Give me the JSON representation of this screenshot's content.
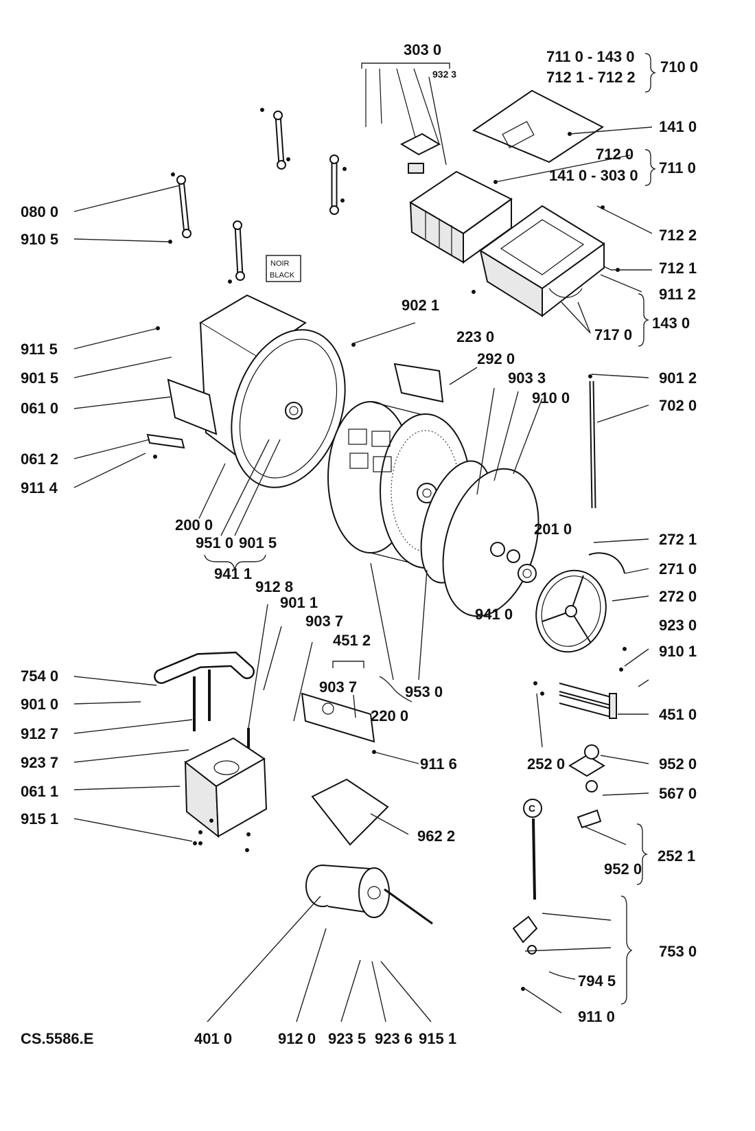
{
  "drawing_code": "CS.5586.E",
  "tag": {
    "line1": "NOIR",
    "line2": "BLACK"
  },
  "detail_letter": "C",
  "labels": {
    "l3030_top": "303 0",
    "l9323": "932 3",
    "l7110_1430": "711 0  -  143 0",
    "l7121_7122": "712 1  -  712 2",
    "l7100": "710 0",
    "l1410_r": "141 0",
    "l7120": "712 0",
    "l1410_3030": "141 0  -  303 0",
    "l7110": "711 0",
    "l7122": "712 2",
    "l7121": "712 1",
    "l9112": "911 2",
    "l7170": "717 0",
    "l1430": "143 0",
    "l0800": "080 0",
    "l9105": "910 5",
    "l9021": "902 1",
    "l2230": "223 0",
    "l2920": "292 0",
    "l9033": "903 3",
    "l9100": "910 0",
    "l9012": "901 2",
    "l7020": "702 0",
    "l9115": "911 5",
    "l9015_l": "901 5",
    "l0610": "061 0",
    "l0612": "061 2",
    "l9114": "911 4",
    "l2000": "200 0",
    "l9510": "951 0",
    "l9015_b": "901 5",
    "l9411": "941 1",
    "l2010": "201 0",
    "l2721": "272 1",
    "l2710": "271 0",
    "l2720": "272 0",
    "l9410": "941 0",
    "l9230": "923 0",
    "l9101": "910 1",
    "l9128": "912 8",
    "l9011": "901 1",
    "l9037_a": "903 7",
    "l4512": "451 2",
    "l9037_b": "903 7",
    "l9530": "953 0",
    "l2200": "220 0",
    "l7540": "754 0",
    "l9010": "901 0",
    "l9127": "912 7",
    "l9237": "923 7",
    "l0611": "061 1",
    "l9151_l": "915 1",
    "l9116": "911 6",
    "l2520": "252 0",
    "l4510": "451 0",
    "l9520_a": "952 0",
    "l5670": "567 0",
    "l9622": "962 2",
    "l9520_b": "952 0",
    "l2521": "252 1",
    "l7530": "753 0",
    "l7945": "794 5",
    "l9110": "911 0",
    "l4010": "401 0",
    "l9120": "912 0",
    "l9235": "923 5",
    "l9236": "923 6",
    "l9151_b": "915 1"
  }
}
